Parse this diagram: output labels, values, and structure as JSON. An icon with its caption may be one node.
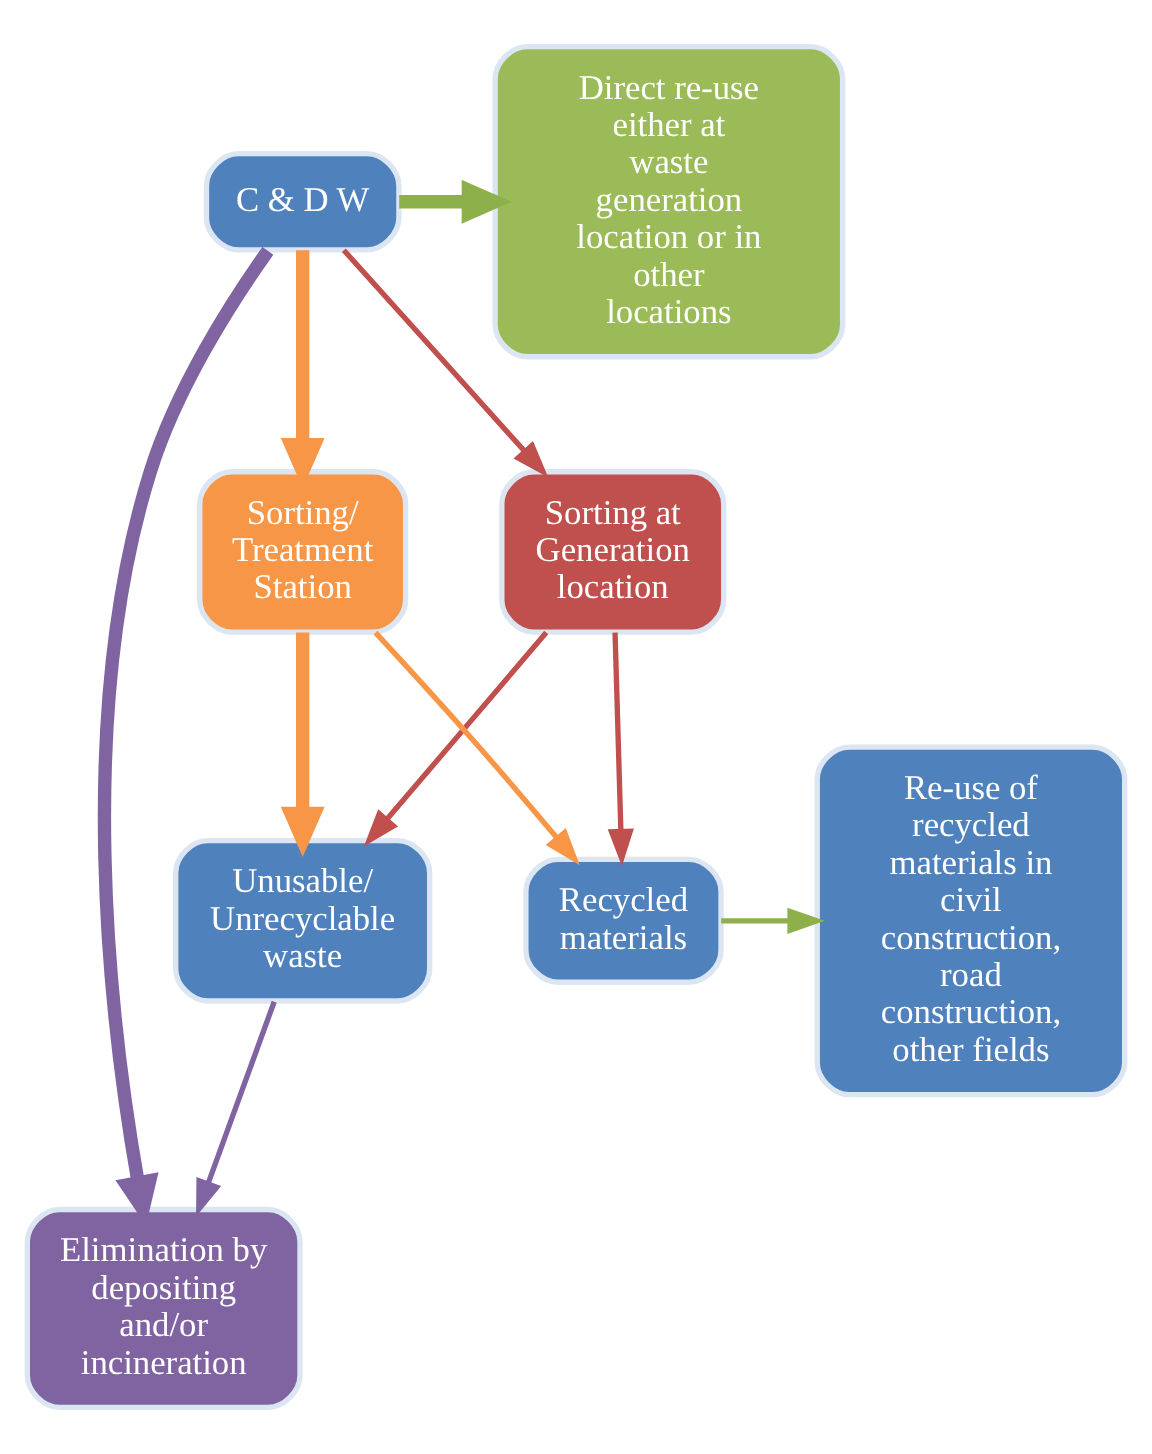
{
  "diagram": {
    "nodes": [
      {
        "text": [
          "C & D W"
        ]
      },
      {
        "text": [
          "Direct re-use either at waste generation location or in other locations"
        ]
      },
      {
        "text": [
          "Sorting at Generation location"
        ]
      },
      {
        "text": [
          "Sorting/ Treatment Station"
        ]
      },
      {
        "text": [
          "Re-use of recycled materials in civil construction, road construction, other fields"
        ]
      },
      {
        "text": [
          "Unusable/ Unrecyclable waste"
        ]
      },
      {
        "text": [
          "Recycled materials"
        ]
      },
      {
        "text": [
          "Elimination by depositing and/or incineration"
        ]
      }
    ],
    "edges": [
      {
        "from": 0,
        "to": 1,
        "arrow": "to",
        "style": "thick",
        "color": "#8db04a"
      },
      {
        "from": 0,
        "to": 2,
        "arrow": "to",
        "color": "#c0504d"
      },
      {
        "from": 0,
        "to": 3,
        "arrow": "to",
        "style": "thick",
        "color": "#f79646"
      },
      {
        "from": 2,
        "to": 5,
        "arrow": "to",
        "color": "#c0504d"
      },
      {
        "from": 2,
        "to": 6,
        "arrow": "to",
        "color": "#c0504d"
      },
      {
        "from": 3,
        "to": 5,
        "arrow": "to",
        "style": "thick",
        "color": "#f79646"
      },
      {
        "from": 3,
        "to": 6,
        "arrow": "to",
        "color": "#f79646"
      },
      {
        "from": 5,
        "to": 7,
        "arrow": "to",
        "color": "#8064a2"
      },
      {
        "from": 6,
        "to": 4,
        "arrow": "to",
        "color": "#8db04a"
      },
      {
        "from": 0,
        "to": 7,
        "arrow": "to",
        "style": "thick",
        "color": "#8064a2"
      }
    ]
  }
}
